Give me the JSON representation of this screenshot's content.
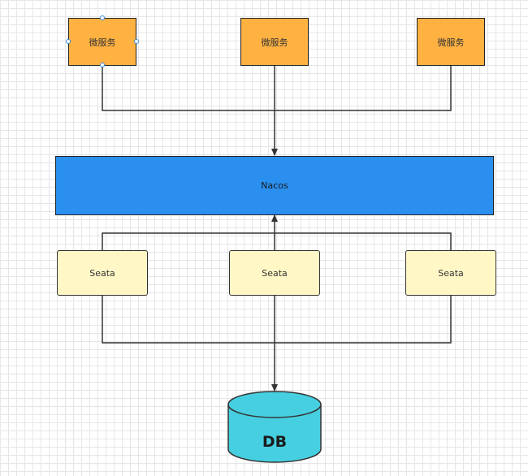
{
  "microservices": [
    {
      "label": "微服务"
    },
    {
      "label": "微服务"
    },
    {
      "label": "微服务"
    }
  ],
  "registry": {
    "label": "Nacos"
  },
  "seata_nodes": [
    {
      "label": "Seata"
    },
    {
      "label": "Seata"
    },
    {
      "label": "Seata"
    }
  ],
  "database": {
    "label": "DB"
  },
  "colors": {
    "microservice_fill": "#ffb142",
    "nacos_fill": "#2a8fef",
    "seata_fill": "#fff8c6",
    "db_fill": "#46cfe0",
    "line": "#333333",
    "selection_handle": "#3a8de0"
  }
}
